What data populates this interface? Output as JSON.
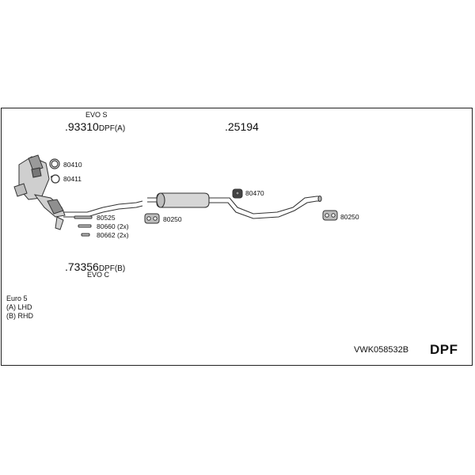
{
  "top_group": {
    "variant": "EVO S",
    "part_number": ".93310",
    "part_suffix": "DPF(A)"
  },
  "bottom_group": {
    "part_number": ".73356",
    "part_suffix": "DPF(B)",
    "variant": "EVO C"
  },
  "main_part": ".25194",
  "labels": {
    "clamp_top": "80410",
    "clamp_mid": "80411",
    "bolt_a": "80525",
    "bolt_b": "80660 (2x)",
    "bolt_c": "80662 (2x)",
    "hanger_left": "80250",
    "rubber_mount": "80470",
    "hanger_right": "80250"
  },
  "legend": {
    "norm": "Euro 5",
    "a": "(A) LHD",
    "b": "(B) RHD"
  },
  "footer": {
    "kit_code": "VWK058532B",
    "kit_type": "DPF"
  }
}
